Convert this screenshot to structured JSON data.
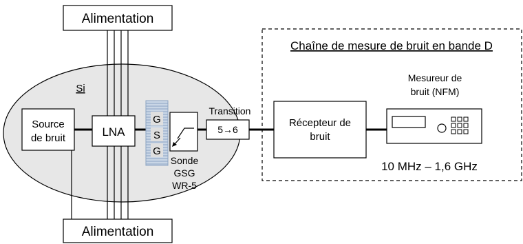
{
  "power_top": "Alimentation",
  "power_bottom": "Alimentation",
  "chip_label": "Si",
  "noise_source": [
    "Source",
    "de bruit"
  ],
  "lna": "LNA",
  "probe_pads": [
    "G",
    "S",
    "G"
  ],
  "probe_label": [
    "Sonde",
    "GSG",
    "WR-5"
  ],
  "transition_title": "Transition",
  "transition_ratio": "5→6",
  "dband_chain_title": "Chaîne de mesure de bruit en bande D",
  "receiver": [
    "Récepteur de",
    "bruit"
  ],
  "nfm_label": [
    "Mesureur de",
    "bruit (NFM)"
  ],
  "frequency_range": "10 MHz – 1,6 GHz"
}
